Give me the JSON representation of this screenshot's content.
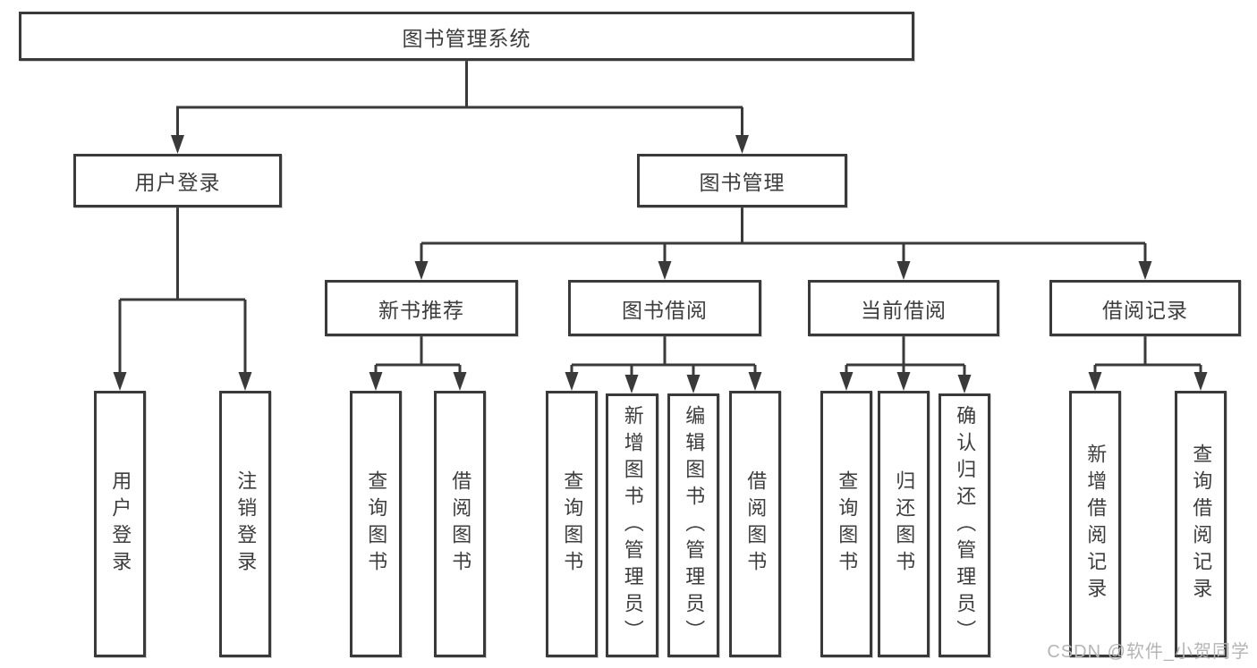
{
  "tree": {
    "label": "图书管理系统",
    "children": [
      {
        "label": "用户登录",
        "children": [
          {
            "label": "用户登录"
          },
          {
            "label": "注销登录"
          }
        ]
      },
      {
        "label": "图书管理",
        "children": [
          {
            "label": "新书推荐",
            "children": [
              {
                "label": "查询图书"
              },
              {
                "label": "借阅图书"
              }
            ]
          },
          {
            "label": "图书借阅",
            "children": [
              {
                "label": "查询图书"
              },
              {
                "label": "新增图书（管理员）"
              },
              {
                "label": "编辑图书（管理员）"
              },
              {
                "label": "借阅图书"
              }
            ]
          },
          {
            "label": "当前借阅",
            "children": [
              {
                "label": "查询图书"
              },
              {
                "label": "归还图书"
              },
              {
                "label": "确认归还（管理员）"
              }
            ]
          },
          {
            "label": "借阅记录",
            "children": [
              {
                "label": "新增借阅记录"
              },
              {
                "label": "查询借阅记录"
              }
            ]
          }
        ]
      }
    ]
  },
  "watermark": "CSDN @软件_小贺同学",
  "colors": {
    "line": "#3a3a3a",
    "box_border": "#3a3a3a",
    "text": "#3d3d3d",
    "watermark": "#b5b5b5",
    "background": "#ffffff"
  }
}
